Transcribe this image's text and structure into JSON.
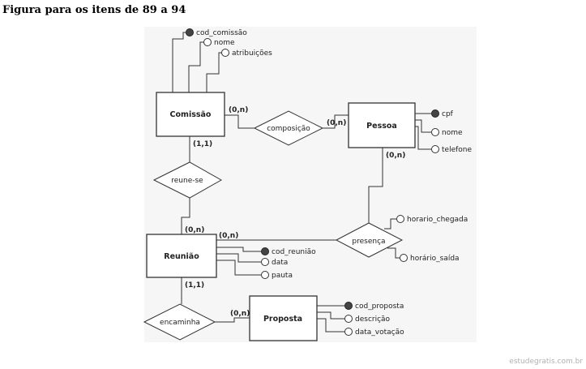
{
  "heading": "Figura para os itens de 89 a 94",
  "watermark": "estudegratis.com.br",
  "entities": {
    "comissao": "Comissão",
    "pessoa": "Pessoa",
    "reuniao": "Reunião",
    "proposta": "Proposta"
  },
  "relationships": {
    "composicao": "composição",
    "reune_se": "reune-se",
    "presenca": "presença",
    "encaminha": "encaminha"
  },
  "attributes": {
    "cod_comissao": "cod_comissão",
    "nome_comissao": "nome",
    "atribuicoes": "atribuições",
    "cpf": "cpf",
    "nome_pessoa": "nome",
    "telefone": "telefone",
    "horario_chegada": "horario_chegada",
    "horario_saida": "horário_saída",
    "cod_reuniao": "cod_reunião",
    "data": "data",
    "pauta": "pauta",
    "cod_proposta": "cod_proposta",
    "descricao": "descrição",
    "data_votacao": "data_votação"
  },
  "cardinalities": {
    "comissao_composicao": "(0,n)",
    "pessoa_composicao": "(0,n)",
    "comissao_reune": "(1,1)",
    "reuniao_reune": "(0,n)",
    "pessoa_presenca": "(0,n)",
    "reuniao_presenca": "(0,n)",
    "reuniao_encaminha": "(1,1)",
    "proposta_encaminha": "(0,n)"
  }
}
